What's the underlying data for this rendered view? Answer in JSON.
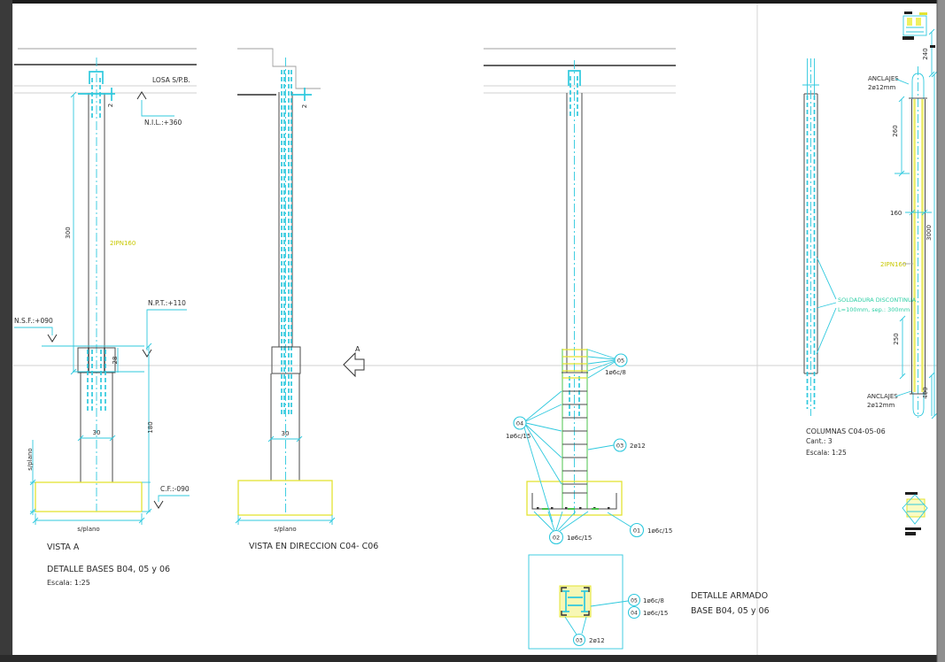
{
  "view1": {
    "losa": "LOSA S/P.B.",
    "nil": "N.I.L.:+360",
    "dim_top": "2",
    "dim_300": "300",
    "profile": "2IPN160",
    "npt": "N.P.T.:+110",
    "nsf": "N.S.F.:+090",
    "dim_28": "28",
    "dim_30": "30",
    "dim_180": "180",
    "splano_v": "s/plano",
    "cf": "C.F.:-090",
    "splano_h": "s/plano",
    "title": "VISTA A",
    "subtitle": "DETALLE BASES B04, 05 y 06",
    "scale": "Escala: 1:25"
  },
  "view2": {
    "dim_top": "2",
    "arrow_label": "A",
    "dim_30": "30",
    "splano": "s/plano",
    "title": "VISTA EN DIRECCION C04- C06"
  },
  "view3": {
    "callout_05": {
      "num": "05",
      "label": "1ø6c/8"
    },
    "callout_04": {
      "num": "04",
      "label": "1ø6c/15"
    },
    "callout_03": {
      "num": "03",
      "label": "2ø12"
    },
    "callout_02": {
      "num": "02",
      "label": "1ø6c/15"
    },
    "callout_01": {
      "num": "01",
      "label": "1ø6c/15"
    }
  },
  "detail": {
    "callout_05": {
      "num": "05",
      "label": "1ø6c/8"
    },
    "callout_04": {
      "num": "04",
      "label": "1ø6c/15"
    },
    "callout_03": {
      "num": "03",
      "label": "2ø12"
    },
    "title_1": "DETALLE ARMADO",
    "title_2": "BASE B04, 05 y 06"
  },
  "view4": {
    "anclajes_top": {
      "l1": "ANCLAJES",
      "l2": "2ø12mm"
    },
    "anclajes_bottom": {
      "l1": "ANCLAJES",
      "l2": "2ø12mm"
    },
    "dim_240": "240",
    "dim_260": "260",
    "dim_160": "160",
    "dim_3000": "3000",
    "profile": "2IPN160",
    "weld_1": "SOLDADURA DISCONTINUA",
    "weld_2": "L=100mm,  sep.:  300mm",
    "dim_250": "250",
    "dim_400": "400",
    "title": "COLUMNAS C04-05-06",
    "qty": "Cant.: 3",
    "scale": "Escala: 1:25"
  },
  "colors": {
    "cyan": "#2fc9de",
    "yellow": "#e3e332",
    "green": "#4cc44c",
    "yellow_text": "#c8c800",
    "teal_text": "#2fcfa6",
    "line_dark": "#4a4a4a"
  }
}
